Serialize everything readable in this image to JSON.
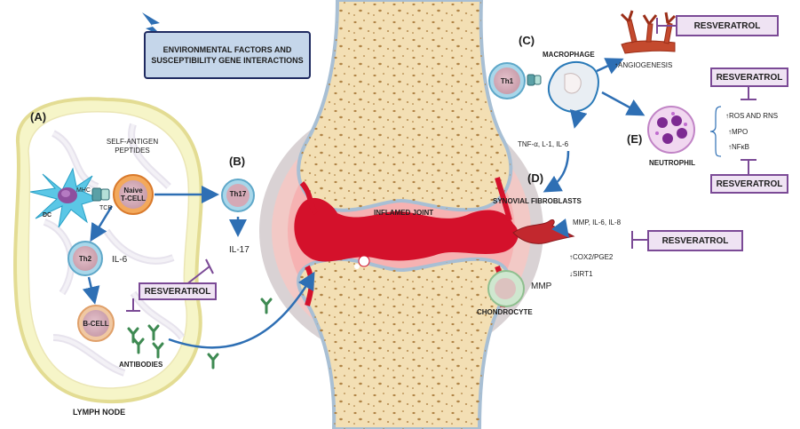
{
  "environment_box": "ENVIRONMENTAL FACTORS AND SUSCEPTIBILITY GENE INTERACTIONS",
  "resveratrol": "RESVERATROL",
  "sections": {
    "a": "(A)",
    "b": "(B)",
    "c": "(C)",
    "d": "(D)",
    "e": "(E)"
  },
  "lymph_node": {
    "title": "LYMPH NODE",
    "dc": "DC",
    "mhc": "MHC",
    "tcr": "TCR",
    "self_antigen": "SELF-ANTIGEN PEPTIDES",
    "naive_tcell_line1": "Naive",
    "naive_tcell_line2": "T-CELL",
    "th2": "Th2",
    "il6": "IL-6",
    "bcell": "B-CELL",
    "antibodies": "ANTIBODIES"
  },
  "th17": {
    "cell": "Th17",
    "cytokine": "IL-17"
  },
  "joint": {
    "label": "INFLAMED JOINT",
    "mmp": "MMP",
    "chondrocyte": "CHONDROCYTE"
  },
  "macrophage": {
    "th1": "Th1",
    "label": "MACROPHAGE",
    "angiogenesis": "ANGIOGENESIS",
    "cytokines": "TNF-α, L-1, IL-6"
  },
  "synovial": {
    "label": "SYNOVIAL FIBROBLASTS",
    "mediators": "MMP, IL-6, IL-8",
    "cox2": "COX2/PGE2",
    "sirt1": "SIRT1"
  },
  "neutrophil": {
    "label": "NEUTROPHIL",
    "ros": "ROS AND RNS",
    "mpo": "MPO",
    "nfkb": "NFκB"
  },
  "arrows": {
    "up": "↑",
    "down": "↓"
  },
  "colors": {
    "bone": "#f3dfb4",
    "bone_pores": "#b08446",
    "inflammation": "#d4112b",
    "resveratrol_border": "#7b4a96",
    "resveratrol_fill": "#efe3f3",
    "arrow": "#2e6fb4",
    "env_box": "#c5d6ea"
  }
}
